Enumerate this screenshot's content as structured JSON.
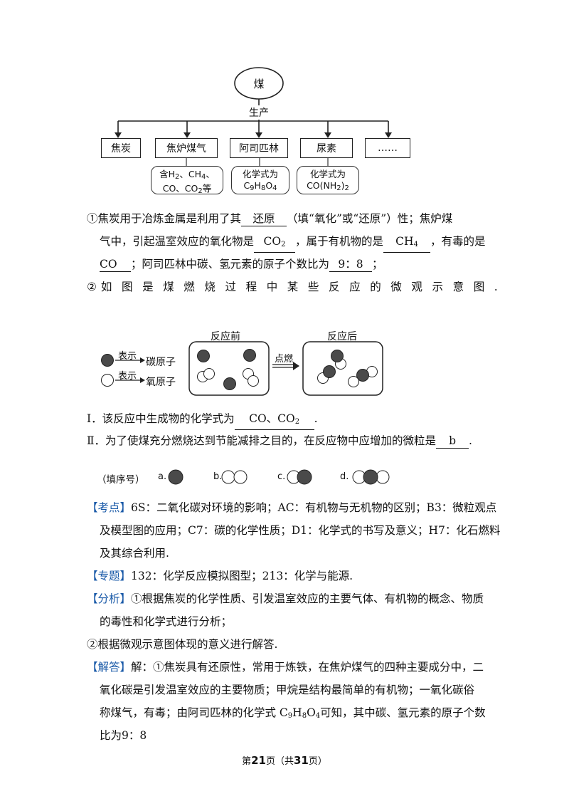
{
  "diagram": {
    "root": "煤",
    "trunk_label": "生产",
    "products": [
      "焦炭",
      "焦炉煤气",
      "阿司匹林",
      "尿素",
      "……"
    ],
    "notes": {
      "gas": [
        "含H",
        "2",
        "、CH",
        "4",
        "、",
        "CO、CO",
        "2",
        "等"
      ],
      "aspirin": [
        "化学式为",
        "C",
        "9",
        "H",
        "8",
        "O",
        "4"
      ],
      "urea": [
        "化学式为",
        "CO(NH",
        "2",
        ")",
        "2"
      ]
    }
  },
  "q1": {
    "num": "①",
    "l1a": "焦炭用于冶炼金属是利用了其",
    "ans_reduction": "还原",
    "l1b": "（填“氧化”或“还原”）性；焦炉煤",
    "l2a": "气中，引起温室效应的氧化物是",
    "ans_co2": [
      "CO",
      "2"
    ],
    "l2b": "，属于有机物的是",
    "ans_ch4": [
      "CH",
      "4"
    ],
    "l2c": "，有毒的是",
    "ans_co": "CO",
    "l3a": "；阿司匹林中碳、氢元素的原子个数比为",
    "ans_ratio": "9：8",
    "l3b": "；"
  },
  "q2": {
    "num": "②",
    "text": "如图是煤燃烧过程中某些反应的微观示意图."
  },
  "micro": {
    "legend_show": "表示",
    "legend_carbon": "碳原子",
    "legend_oxygen": "氧原子",
    "before": "反应前",
    "after": "反应后",
    "condition": "点燃"
  },
  "sub1": {
    "label": "Ⅰ．该反应中生成物的化学式为",
    "answer": [
      "CO、CO",
      "2"
    ],
    "end": "."
  },
  "sub2": {
    "label": "Ⅱ．为了使煤充分燃烧达到节能减排之目的，在反应物中应增加的微粒是",
    "answer": "b",
    "end": "."
  },
  "options": {
    "hint": "（填序号）",
    "a": "a.",
    "b": "b.",
    "c": "c.",
    "d": "d."
  },
  "analysis": {
    "kaodian_tag": "【考点】",
    "kaodian_1": "6S：二氧化碳对环境的影响；AC：有机物与无机物的区别；B3：微粒观点",
    "kaodian_2": "及模型图的应用；C7：碳的化学性质；D1：化学式的书写及意义；H7：化石燃料",
    "kaodian_3": "及其综合利用.",
    "zhuanti_tag": "【专题】",
    "zhuanti": "132：化学反应模拟图型；213：化学与能源.",
    "fenxi_tag": "【分析】",
    "fenxi_1": "①根据焦炭的化学性质、引发温室效应的主要气体、有机物的概念、物质",
    "fenxi_2": "的毒性和化学式进行分析；",
    "fenxi_3": "②根据微观示意图体现的意义进行解答.",
    "jieda_tag": "【解答】",
    "jieda_1": "解：①焦炭具有还原性，常用于炼铁，在焦炉煤气的四种主要成分中，二",
    "jieda_2": "氧化碳是引发温室效应的主要物质；甲烷是结构最简单的有机物；一氧化碳俗",
    "jieda_3a": "称煤气，有毒；由阿司匹林的化学式 C",
    "jieda_3sub": [
      "9",
      "H",
      "8",
      "O",
      "4"
    ],
    "jieda_3b": "可知，其中碳、氢元素的原子个数",
    "jieda_4": "比为9：8"
  },
  "footer": {
    "pre": "第",
    "page": "21",
    "mid": "页（共",
    "total": "31",
    "post": "页）"
  }
}
